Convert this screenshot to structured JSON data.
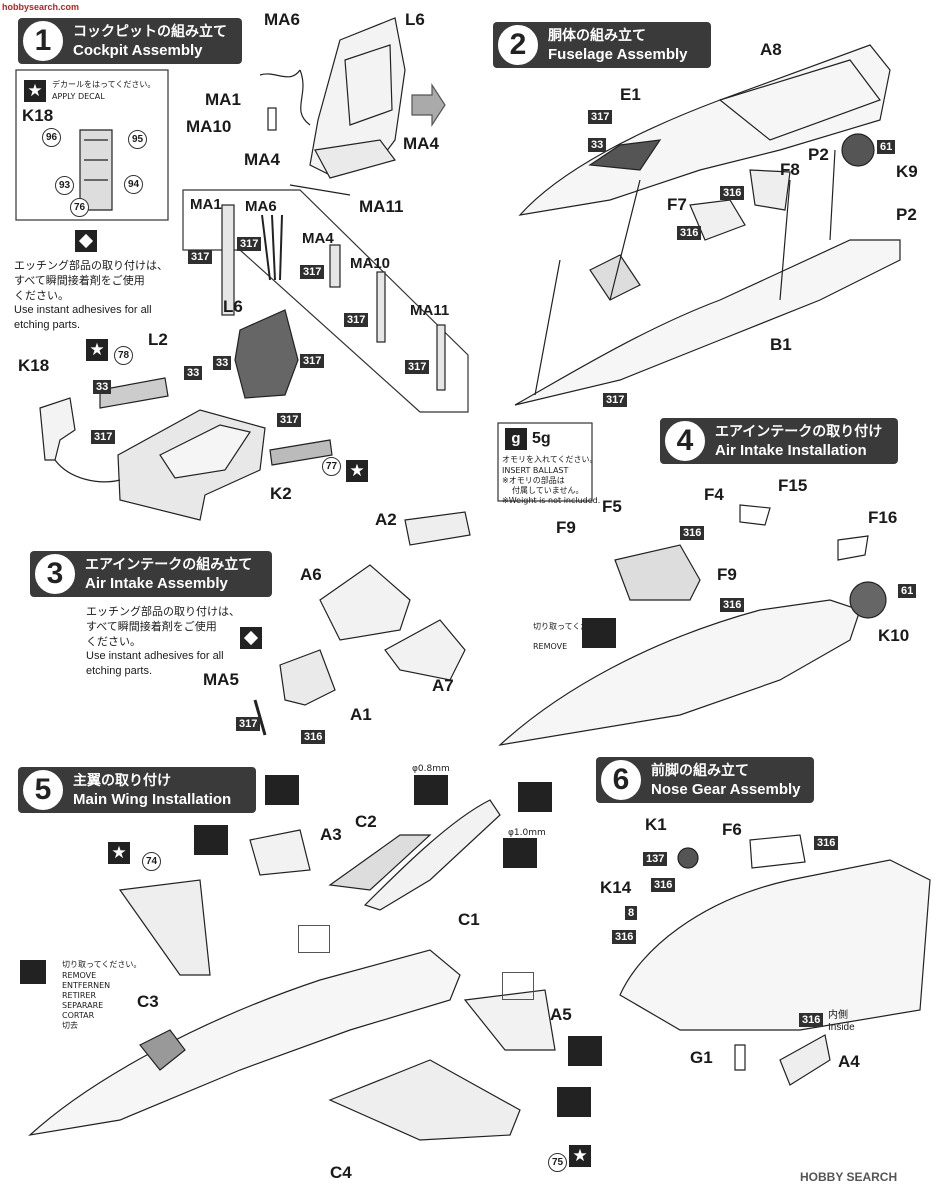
{
  "watermark_top": "hobbysearch.com",
  "footer_brand": "HOBBY SEARCH",
  "steps": [
    {
      "num": "1",
      "jp": "コックピットの組み立て",
      "en": "Cockpit Assembly"
    },
    {
      "num": "2",
      "jp": "胴体の組み立て",
      "en": "Fuselage Assembly"
    },
    {
      "num": "3",
      "jp": "エアインテークの組み立て",
      "en": "Air Intake Assembly"
    },
    {
      "num": "4",
      "jp": "エアインテークの取り付け",
      "en": "Air Intake Installation"
    },
    {
      "num": "5",
      "jp": "主翼の取り付け",
      "en": "Main Wing Installation"
    },
    {
      "num": "6",
      "jp": "前脚の組み立て",
      "en": "Nose Gear Assembly"
    }
  ],
  "decal_note": {
    "jp": "デカールをはってください。",
    "en": "APPLY DECAL"
  },
  "etch_note": {
    "jp1": "エッチング部品の取り付けは、",
    "jp2": "すべて瞬間接着剤をご使用",
    "jp3": "ください。",
    "en1": "Use instant adhesives for all",
    "en2": "etching parts."
  },
  "ballast": {
    "weight": "5g",
    "jp1": "オモリを入れてください。",
    "en": "INSERT BALLAST",
    "jp2": "※オモリの部品は",
    "jp3": "付属していません。",
    "en2": "※Weight is not included."
  },
  "remove_note": {
    "jp": "切り取ってください。",
    "en": "REMOVE"
  },
  "remove_multi": {
    "jp": "切り取ってください。",
    "l1": "REMOVE",
    "l2": "ENTFERNEN",
    "l3": "RETIRER",
    "l4": "SEPARARE",
    "l5": "CORTAR",
    "l6": "切去"
  },
  "drill": {
    "d1": "φ0.8mm",
    "d2": "φ1.0mm"
  },
  "inside": {
    "jp": "内側",
    "en": "Inside"
  },
  "parts": {
    "MA6a": "MA6",
    "L6a": "L6",
    "MA1a": "MA1",
    "MA10a": "MA10",
    "MA4a": "MA4",
    "MA4b": "MA4",
    "MA11a": "MA11",
    "K18a": "K18",
    "MA1b": "MA1",
    "MA6b": "MA6",
    "MA4c": "MA4",
    "MA10b": "MA10",
    "MA11b": "MA11",
    "L6b": "L6",
    "L2": "L2",
    "K18b": "K18",
    "K2": "K2",
    "A8": "A8",
    "E1": "E1",
    "P2a": "P2",
    "K9": "K9",
    "F8": "F8",
    "F7": "F7",
    "P2b": "P2",
    "B1": "B1",
    "A2": "A2",
    "A6": "A6",
    "MA5": "MA5",
    "A1": "A1",
    "A7": "A7",
    "F4": "F4",
    "F15": "F15",
    "F5": "F5",
    "F9a": "F9",
    "F16": "F16",
    "F9b": "F9",
    "K10": "K10",
    "A3": "A3",
    "C2": "C2",
    "C1": "C1",
    "C3": "C3",
    "A5": "A5",
    "C4": "C4",
    "K1": "K1",
    "F6": "F6",
    "K14": "K14",
    "G1": "G1",
    "A4": "A4"
  },
  "colors": {
    "c33": "33",
    "c317": "317",
    "c316": "316",
    "c61": "61",
    "c137": "137",
    "c8": "8"
  },
  "decals": {
    "d96": "96",
    "d95": "95",
    "d93": "93",
    "d94": "94",
    "d76": "76",
    "d78": "78",
    "d77": "77",
    "d74": "74",
    "d75": "75"
  }
}
